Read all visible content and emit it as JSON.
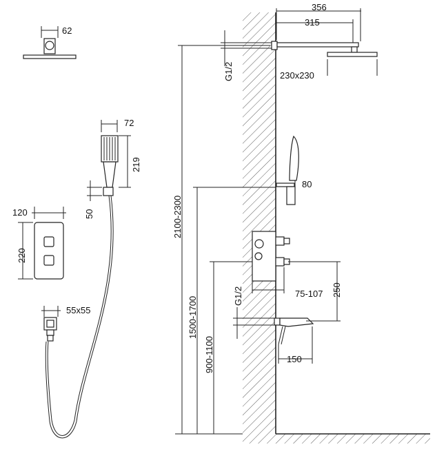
{
  "colors": {
    "line": "#222222",
    "text": "#111111",
    "background": "#ffffff"
  },
  "dimensions": {
    "head_width_top": "356",
    "arm_length": "315",
    "head_top_small": "62",
    "inlet_thread_top": "G1/2",
    "head_size": "230x230",
    "handheld_width": "72",
    "handheld_height": "219",
    "holder_projection": "80",
    "hose_outlet_height": "50",
    "arm_height_range": "2100-2300",
    "plate_width": "120",
    "plate_height": "220",
    "holder_height_range": "1500-1700",
    "inlet_thread_bottom": "G1/2",
    "valve_depth": "75-107",
    "valve_to_spout": "250",
    "outlet_size": "55x55",
    "spout_height_range": "900-1100",
    "spout_projection": "150"
  }
}
